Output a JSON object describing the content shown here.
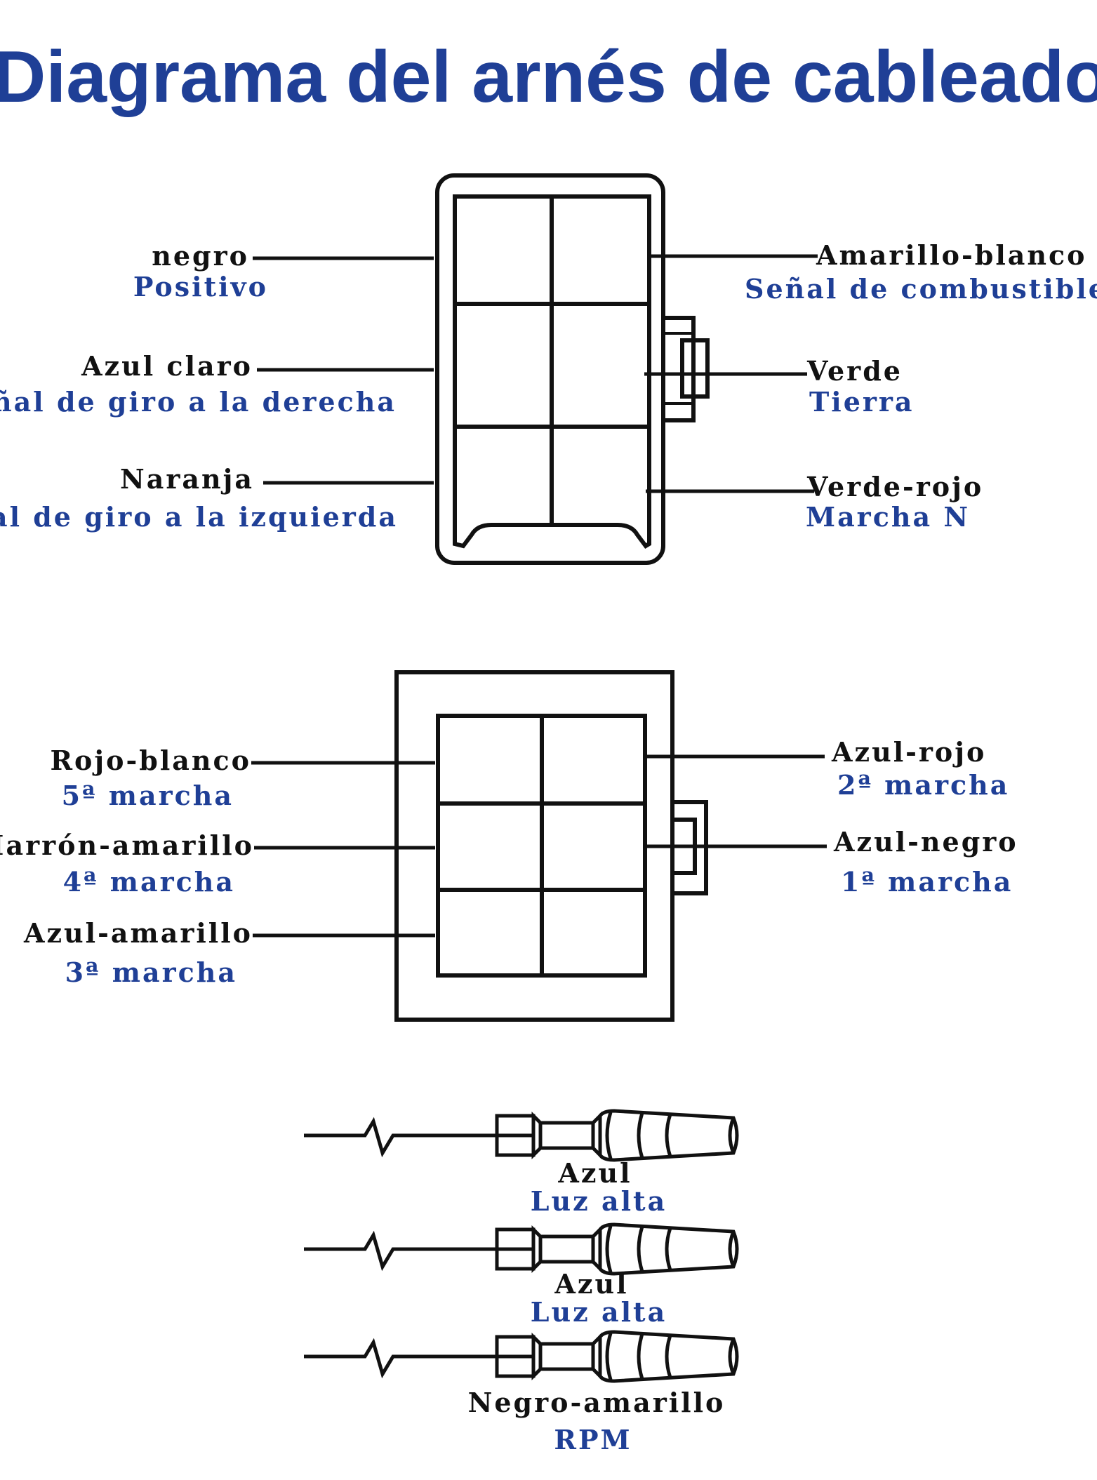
{
  "title": "Diagrama del arnés de cableado",
  "connector1": {
    "left": [
      {
        "wire": "negro",
        "function": "Positivo"
      },
      {
        "wire": "Azul claro",
        "function": "Señal de giro a la derecha"
      },
      {
        "wire": "Naranja",
        "function": "Señal de giro a la izquierda"
      }
    ],
    "right": [
      {
        "wire": "Amarillo-blanco",
        "function": "Señal de combustible"
      },
      {
        "wire": "Verde",
        "function": "Tierra"
      },
      {
        "wire": "Verde-rojo",
        "function": "Marcha N"
      }
    ]
  },
  "connector2": {
    "left": [
      {
        "wire": "Rojo-blanco",
        "function": "5ª marcha"
      },
      {
        "wire": "Marrón-amarillo",
        "function": "4ª marcha"
      },
      {
        "wire": "Azul-amarillo",
        "function": "3ª marcha"
      }
    ],
    "right": [
      {
        "wire": "Azul-rojo",
        "function": "2ª marcha"
      },
      {
        "wire": "Azul-negro",
        "function": "1ª marcha"
      }
    ]
  },
  "bullets": [
    {
      "wire": "Azul",
      "function": "Luz alta"
    },
    {
      "wire": "Azul",
      "function": "Luz alta"
    },
    {
      "wire": "Negro-amarillo",
      "function": "RPM"
    }
  ]
}
